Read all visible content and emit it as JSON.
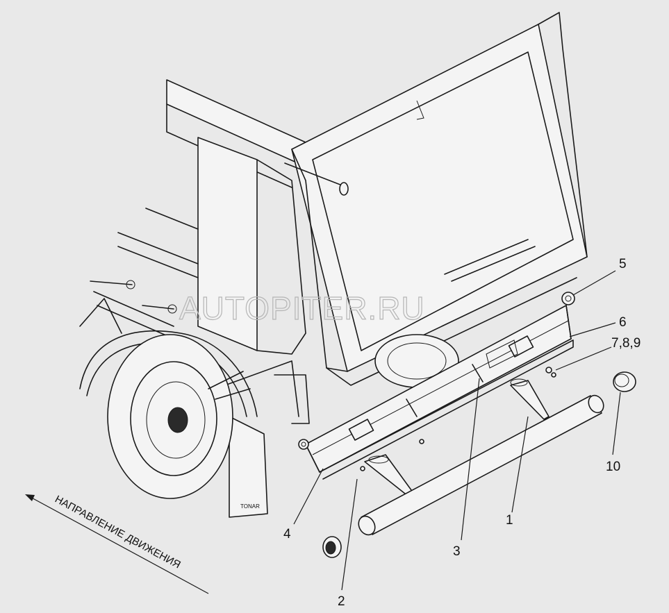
{
  "callouts": [
    {
      "id": "callout-1",
      "text": "1"
    },
    {
      "id": "callout-2",
      "text": "2"
    },
    {
      "id": "callout-3",
      "text": "3"
    },
    {
      "id": "callout-4",
      "text": "4"
    },
    {
      "id": "callout-5",
      "text": "5"
    },
    {
      "id": "callout-6",
      "text": "6"
    },
    {
      "id": "callout-789",
      "text": "7,8,9"
    },
    {
      "id": "callout-10",
      "text": "10"
    }
  ],
  "direction_label": "НАПРАВЛЕНИЕ ДВИЖЕНИЯ",
  "watermark": "AUTOPITER.RU",
  "mudflap_text": "TONAR",
  "colors": {
    "background": "#e9e9e9",
    "line": "#1a1a1a",
    "watermark": "#b5b5b5"
  }
}
